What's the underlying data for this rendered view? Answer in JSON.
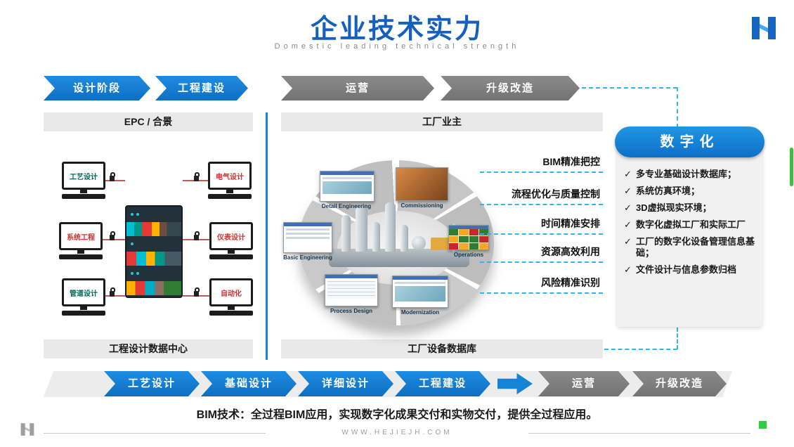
{
  "slide": {
    "title": "企业技术实力",
    "subtitle": "Domestic leading technical strength",
    "bim_note": "BIM技术：全过程BIM应用，实现数字化成果交付和实物交付，提供全过程应用。",
    "footer_url": "WWW.HEJIEJH.COM"
  },
  "colors": {
    "title_blue": "#1560bd",
    "stage_blue": "#1583d6",
    "stage_gray": "#7f7f7f",
    "dashed_blue": "#35b4ea",
    "digital_blue": "#0d6fc8",
    "panel_bar_gray": "#e9e9e9",
    "indicator_green": "#3dbf3d"
  },
  "top_stages": [
    {
      "label": "设计阶段",
      "style": "blue"
    },
    {
      "label": "工程建设",
      "style": "blue"
    },
    {
      "label": "运营",
      "style": "gray"
    },
    {
      "label": "升级改造",
      "style": "gray"
    }
  ],
  "left_panel": {
    "header": "EPC / 合景",
    "footer": "工程设计数据中心",
    "workstations": [
      {
        "label": "工艺设计",
        "color": "#00695c"
      },
      {
        "label": "电气设计",
        "color": "#d32f2f"
      },
      {
        "label": "系统工程",
        "color": "#d32f2f"
      },
      {
        "label": "仪表设计",
        "color": "#d32f2f"
      },
      {
        "label": "管道设计",
        "color": "#00695c"
      },
      {
        "label": "自动化",
        "color": "#d32f2f"
      }
    ]
  },
  "right_panel": {
    "header": "工厂业主",
    "footer": "工厂设备数据库",
    "wheel_segments": [
      {
        "label": "Detail Engineering"
      },
      {
        "label": "Commissioning"
      },
      {
        "label": "Basic Engineering"
      },
      {
        "label": "Operations"
      },
      {
        "label": "Process Design"
      },
      {
        "label": "Modernization"
      }
    ]
  },
  "benefits": [
    {
      "label": "BIM精准把控"
    },
    {
      "label": "流程优化与质量控制"
    },
    {
      "label": "时间精准安排"
    },
    {
      "label": "资源高效利用"
    },
    {
      "label": "风险精准识别"
    }
  ],
  "digitalization": {
    "title": "数字化",
    "check_icon": "✓",
    "items": [
      {
        "text": "多专业基础设计数据库；"
      },
      {
        "text": "系统仿真环境；"
      },
      {
        "text": "3D虚拟现实环境；"
      },
      {
        "text": "数字化虚拟工厂和实际工厂"
      },
      {
        "text": "工厂的数字化设备管理信息基础；"
      },
      {
        "text": "文件设计与信息参数归档"
      }
    ]
  },
  "bottom_stages": [
    {
      "label": "工艺设计",
      "style": "blue"
    },
    {
      "label": "基础设计",
      "style": "blue"
    },
    {
      "label": "详细设计",
      "style": "blue"
    },
    {
      "label": "工程建设",
      "style": "blue"
    },
    {
      "label": "运营",
      "style": "gray"
    },
    {
      "label": "升级改造",
      "style": "gray"
    }
  ]
}
